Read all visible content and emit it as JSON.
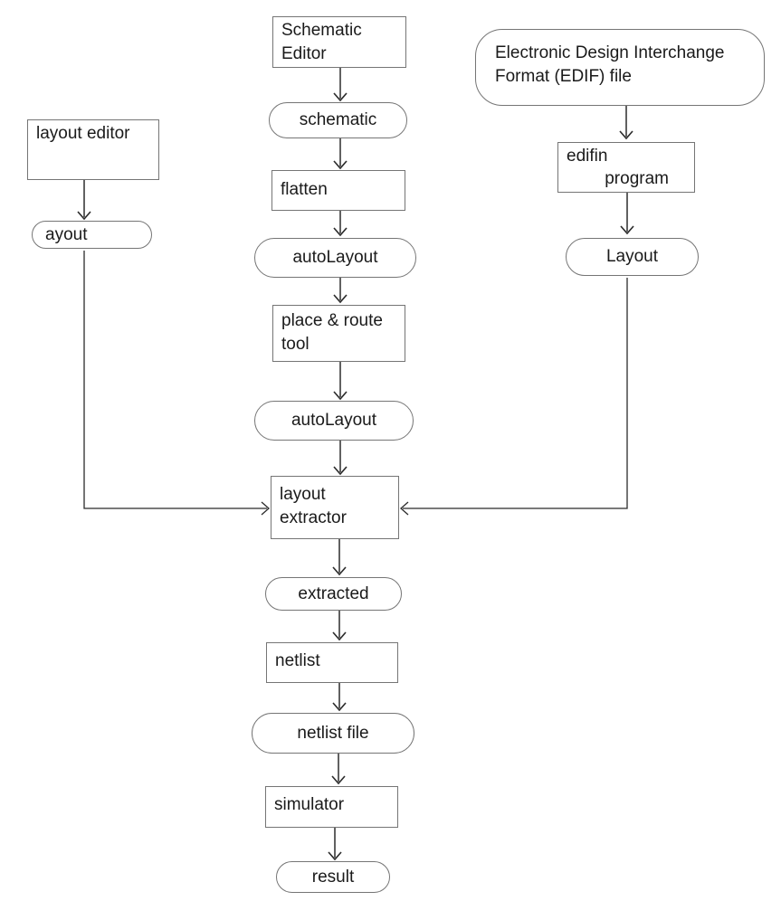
{
  "nodes": {
    "schematic_editor": {
      "label": "Schematic\nEditor",
      "shape": "rectangle"
    },
    "schematic": {
      "label": "schematic",
      "shape": "stadium"
    },
    "flatten": {
      "label": "flatten",
      "shape": "rectangle"
    },
    "autolayout_1": {
      "label": "autoLayout",
      "shape": "stadium"
    },
    "place_route_tool": {
      "label": "place & route\ntool",
      "shape": "rectangle"
    },
    "autolayout_2": {
      "label": "autoLayout",
      "shape": "stadium"
    },
    "layout_extractor": {
      "label": "layout\nextractor",
      "shape": "rectangle"
    },
    "extracted": {
      "label": "extracted",
      "shape": "stadium"
    },
    "netlist": {
      "label": "netlist",
      "shape": "rectangle"
    },
    "netlist_file": {
      "label": "netlist file",
      "shape": "stadium"
    },
    "simulator": {
      "label": "simulator",
      "shape": "rectangle"
    },
    "result": {
      "label": "result",
      "shape": "stadium"
    },
    "layout_editor": {
      "label": "layout editor",
      "shape": "rectangle"
    },
    "layout_file_left": {
      "label": "ayout",
      "shape": "stadium"
    },
    "edif_file": {
      "label": "Electronic Design Interchange\nFormat (EDIF) file",
      "shape": "rounded-rectangle"
    },
    "edifin_program": {
      "label": "edifin\n        program",
      "shape": "rectangle"
    },
    "layout_right": {
      "label": "Layout",
      "shape": "stadium"
    }
  },
  "edges": [
    {
      "from": "schematic_editor",
      "to": "schematic"
    },
    {
      "from": "schematic",
      "to": "flatten"
    },
    {
      "from": "flatten",
      "to": "autolayout_1"
    },
    {
      "from": "autolayout_1",
      "to": "place_route_tool"
    },
    {
      "from": "place_route_tool",
      "to": "autolayout_2"
    },
    {
      "from": "autolayout_2",
      "to": "layout_extractor"
    },
    {
      "from": "layout_extractor",
      "to": "extracted"
    },
    {
      "from": "extracted",
      "to": "netlist"
    },
    {
      "from": "netlist",
      "to": "netlist_file"
    },
    {
      "from": "netlist_file",
      "to": "simulator"
    },
    {
      "from": "simulator",
      "to": "result"
    },
    {
      "from": "layout_editor",
      "to": "layout_file_left"
    },
    {
      "from": "layout_file_left",
      "to": "layout_extractor"
    },
    {
      "from": "edif_file",
      "to": "edifin_program"
    },
    {
      "from": "edifin_program",
      "to": "layout_right"
    },
    {
      "from": "layout_right",
      "to": "layout_extractor"
    }
  ],
  "colors": {
    "background": "#ffffff",
    "shape_border": "#757575",
    "arrow_line": "#616161",
    "connector_line": "#2b2b2b",
    "text": "#1a1a1a"
  }
}
